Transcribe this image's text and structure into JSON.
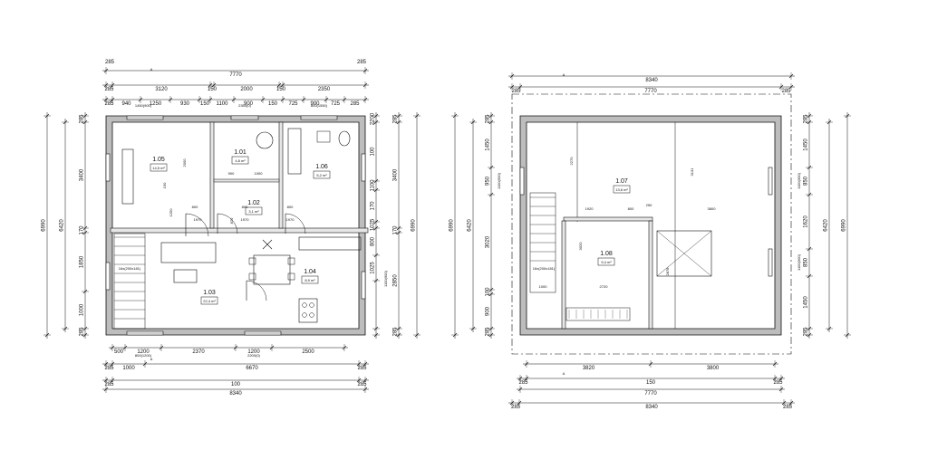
{
  "colors": {
    "line": "#111111",
    "wall_fill": "#bdbdbd",
    "paper": "#ffffff"
  },
  "plan_ground": {
    "dim_top": {
      "overall": "7770",
      "left_edge": "285",
      "right_edge": "285",
      "row2": [
        "285",
        "3120",
        "150",
        "2000",
        "150",
        "2350",
        "285"
      ],
      "row3": [
        "285",
        "940",
        "1250",
        "930",
        "150",
        "1100",
        "900",
        "150",
        "725",
        "900",
        "725",
        "285"
      ],
      "openings": [
        "1450(900)",
        "2350(0)",
        "800(1550)"
      ]
    },
    "dim_left": {
      "overall": "6990",
      "inner": "6420",
      "parts": [
        "285",
        "3400",
        "170",
        "1850",
        "1000",
        "285"
      ]
    },
    "dim_right": {
      "overall": "6990",
      "inner": "6420",
      "parts_outer": [
        "285",
        "3400",
        "170",
        "2850",
        "285"
      ],
      "parts_inner": [
        "2200",
        "100",
        "1100",
        "170",
        "1025",
        "800",
        "1025"
      ],
      "openings": [
        "1100(900)"
      ]
    },
    "dim_bottom": {
      "row1": [
        "500",
        "1200",
        "2370",
        "1200",
        "2500"
      ],
      "openings": [
        "800(1200)",
        "2200(0)"
      ],
      "row2": [
        "285",
        "1000",
        "6670",
        "285"
      ],
      "overall": "8340",
      "left": "285",
      "mid": "100",
      "right": "285"
    },
    "interior_dims": [
      "2000",
      "150",
      "1250",
      "900",
      "1000",
      "800",
      "1970",
      "870",
      "800",
      "1970",
      "800",
      "1970"
    ],
    "rooms": [
      {
        "num": "1.05",
        "area": "14,5 m²"
      },
      {
        "num": "1.01",
        "area": "4,8 m²"
      },
      {
        "num": "1.06",
        "area": "5,2 m²"
      },
      {
        "num": "1.02",
        "area": "3,1 m²"
      },
      {
        "num": "1.04",
        "area": "8,9 m²"
      },
      {
        "num": "1.03",
        "area": "22,4 m²"
      }
    ],
    "stair_label": "16x(200x181)",
    "section_mark": "A"
  },
  "plan_upper": {
    "dim_top": {
      "overall": "8340",
      "inner": "7770",
      "left": "285",
      "right": "285"
    },
    "dim_left": {
      "overall": "6990",
      "inner": "6420",
      "parts": [
        "285",
        "1450",
        "950",
        "3020",
        "100",
        "900",
        "285"
      ],
      "openings": [
        "1100(900)"
      ]
    },
    "dim_right": {
      "overall": "6990",
      "inner": "6420",
      "parts": [
        "285",
        "1450",
        "850",
        "1620",
        "850",
        "1450",
        "285"
      ],
      "openings": [
        "1100(900)",
        "1100(900)"
      ]
    },
    "dim_bottom": {
      "row1": [
        "3820",
        "3800"
      ],
      "row2": [
        "285",
        "150",
        "285"
      ],
      "inner": "7770",
      "overall": "8340",
      "left": "285",
      "right": "285"
    },
    "interior_dims": [
      "2270",
      "3131",
      "1920",
      "800",
      "250",
      "3800",
      "3020",
      "2720",
      "1000",
      "2878"
    ],
    "rooms": [
      {
        "num": "1.07",
        "area": "13,6 m²"
      },
      {
        "num": "1.08",
        "area": "9,4 m²"
      }
    ],
    "stair_label": "16x(200x181)",
    "section_mark": "A"
  }
}
